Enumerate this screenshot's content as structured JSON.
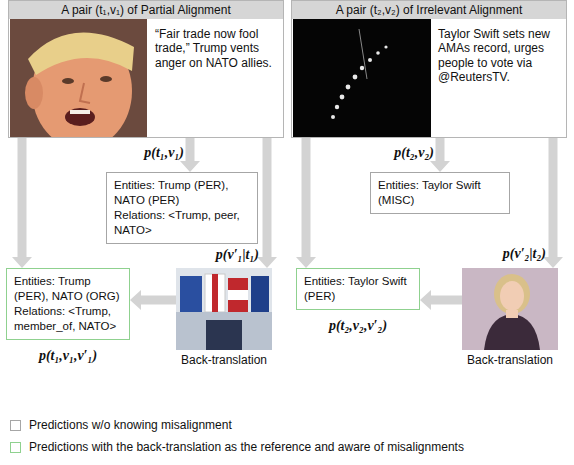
{
  "diagram": {
    "nodes": [
      {
        "text": [
          "A pair (t₁,v₁) of Partial Alignment",
          "“Fair trade now fool trade,” Trump vents anger on NATO allies."
        ]
      },
      {
        "text": [
          "A pair (t₂,v₂) of Irrelevant Alignment",
          "Taylor Swift sets new AMAs record, urges people to vote via @ReutersTV."
        ]
      },
      {
        "text": [
          "Entities: Trump (PER), NATO (PER)",
          "Relations: <Trump, peer, NATO>"
        ]
      },
      {
        "text": [
          "Entities: Taylor Swift (MISC)"
        ]
      },
      {
        "text": [
          "Entities: Trump (PER), NATO (ORG)",
          "Relations: <Trump, member_of, NATO>"
        ]
      },
      {
        "text": [
          "Back-translation"
        ]
      },
      {
        "text": [
          "Entities: Taylor Swift (PER)"
        ]
      },
      {
        "text": [
          "Back-translation"
        ]
      }
    ],
    "edges": [
      {
        "from": 0,
        "to": 4,
        "arrow": "to"
      },
      {
        "from": 0,
        "to": 2,
        "arrow": "to",
        "label": "p(t₁,v₁)"
      },
      {
        "from": 0,
        "to": 5,
        "arrow": "to",
        "label": "p(v′₁|t₁)"
      },
      {
        "from": 5,
        "to": 4,
        "arrow": "to"
      },
      {
        "from": 1,
        "to": 6,
        "arrow": "to"
      },
      {
        "from": 1,
        "to": 3,
        "arrow": "to",
        "label": "p(t₂,v₂)"
      },
      {
        "from": 1,
        "to": 7,
        "arrow": "to",
        "label": "p(v′₂|t₂)"
      },
      {
        "from": 7,
        "to": 6,
        "arrow": "to"
      }
    ],
    "labels": [
      "p(t₁,v₁,v′₁)",
      "p(t₂,v₂,v′₂)"
    ],
    "legend": [
      {
        "text": "Predictions w/o knowing misalignment"
      },
      {
        "text": "Predictions with the back-translation as the reference and aware of misalignments"
      }
    ]
  }
}
